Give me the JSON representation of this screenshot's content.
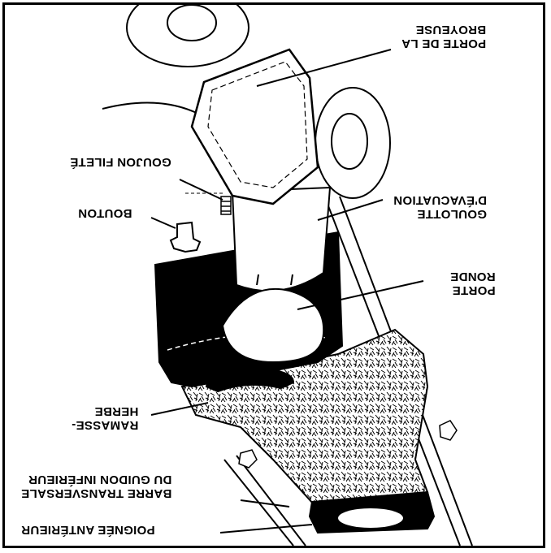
{
  "orientation_note": "",
  "labels": {
    "porte_broyeuse": [
      "PORTE DE LA",
      "BROYEUSE"
    ],
    "goujon": [
      "GOUJON FILETÉ"
    ],
    "bouton": [
      "BOUTON"
    ],
    "goulotte": [
      "GOULOTTE",
      "D'ÉVACUATION"
    ],
    "porte_ronde": [
      "PORTE",
      "RONDE"
    ],
    "ramasse": [
      "RAMASSE-",
      "HERBE"
    ],
    "barre": [
      "BARRE TRANSVERSALE",
      "DU GUIDON INFÉRIEUR"
    ],
    "poignee": [
      "POIGNÉE ANTÉRIEUR"
    ]
  },
  "colors": {
    "ink": "#000000",
    "paper": "#ffffff"
  }
}
